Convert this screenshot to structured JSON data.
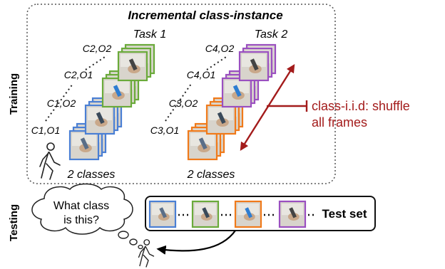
{
  "colors": {
    "blue": "#4a7fd4",
    "green": "#6aaa3a",
    "orange": "#f07a1a",
    "purple": "#9a4fc0",
    "dark_red": "#a31b1b",
    "dotted_frame": "#555555"
  },
  "training": {
    "section_label": "Training",
    "title": "Incremental class-instance",
    "tasks": [
      {
        "label": "Task 1",
        "classes_caption": "2 classes",
        "stack_labels": [
          "C1,O1",
          "C1,O2",
          "C2,O1",
          "C2,O2"
        ],
        "stack_colors": [
          "blue",
          "blue",
          "green",
          "green"
        ]
      },
      {
        "label": "Task 2",
        "classes_caption": "2 classes",
        "stack_labels": [
          "C3,O1",
          "C3,O2",
          "C4,O1",
          "C4,O2"
        ],
        "stack_colors": [
          "orange",
          "orange",
          "purple",
          "purple"
        ]
      }
    ],
    "annotation": {
      "line1": "class-i.i.d: shuffle",
      "line2": "all frames"
    },
    "walker_icon": "walking-person-icon"
  },
  "testing": {
    "section_label": "Testing",
    "thought_bubble": {
      "line1": "What class",
      "line2": "is this?"
    },
    "test_set_label": "Test set",
    "test_frame_colors": [
      "blue",
      "green",
      "orange",
      "purple"
    ],
    "walker_icon": "walking-person-icon"
  }
}
